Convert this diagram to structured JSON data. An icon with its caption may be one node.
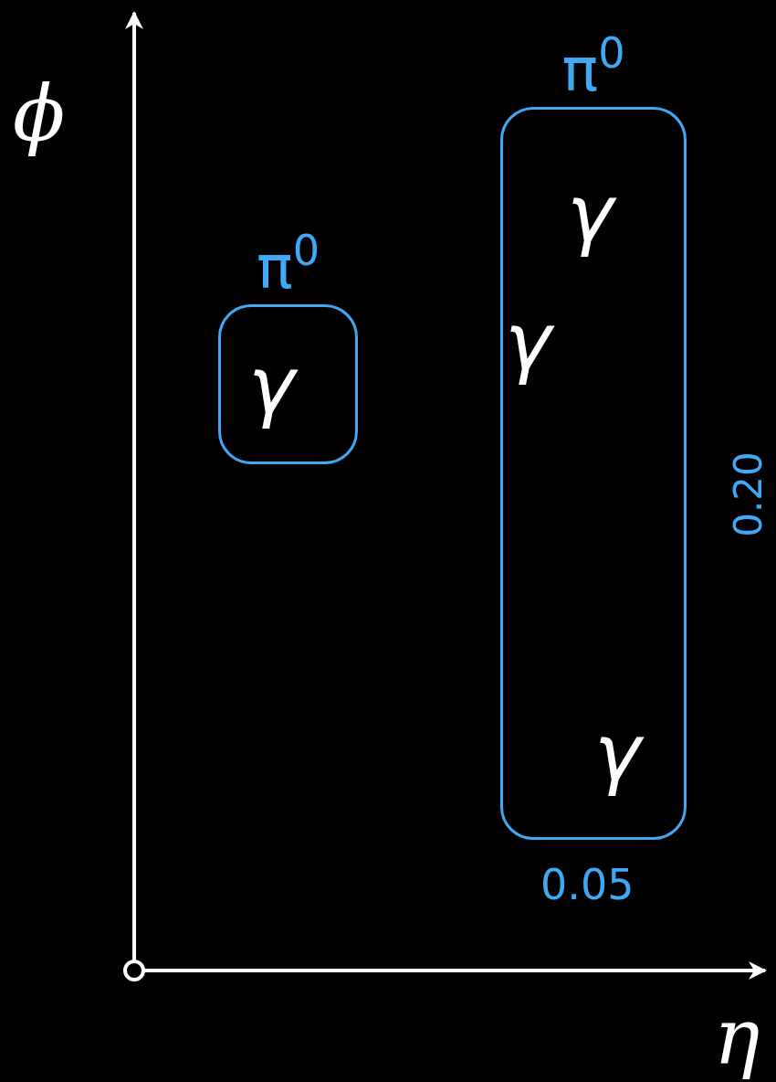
{
  "diagram": {
    "nodes": [
      {
        "text": [
          "π$^{0}$"
        ]
      },
      {
        "text": [
          "γ"
        ],
        "in": 0
      },
      {
        "text": [
          "π$^{0}$"
        ]
      },
      {
        "text": [
          "γ"
        ],
        "in": 2
      },
      {
        "text": [
          "γ"
        ],
        "in": 2
      },
      {
        "text": [
          "γ"
        ],
        "in": 2
      }
    ],
    "labels": [
      "ϕ",
      "0.20",
      "0.05",
      "η"
    ]
  }
}
